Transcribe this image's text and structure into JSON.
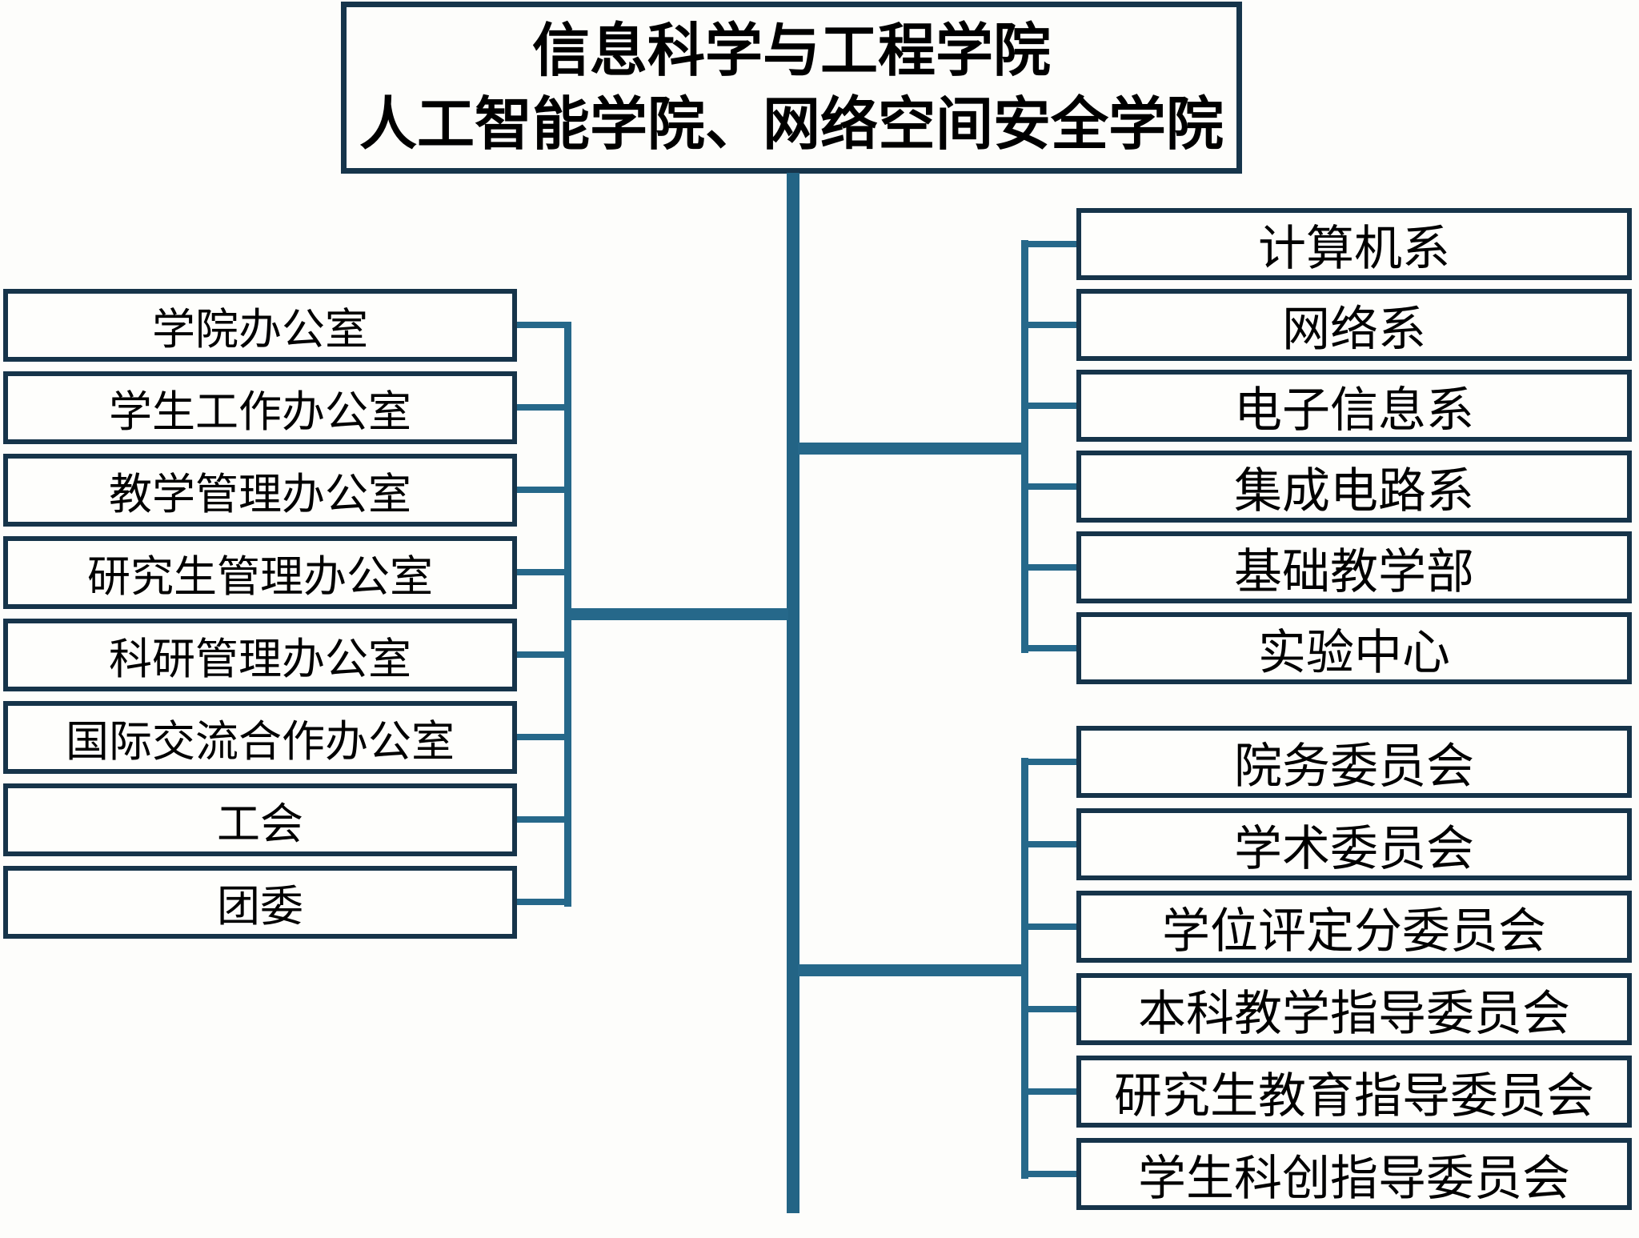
{
  "root": {
    "line1": "信息科学与工程学院",
    "line2": "人工智能学院、网络空间安全学院"
  },
  "left_group": {
    "name": "offices",
    "items": [
      "学院办公室",
      "学生工作办公室",
      "教学管理办公室",
      "研究生管理办公室",
      "科研管理办公室",
      "国际交流合作办公室",
      "工会",
      "团委"
    ]
  },
  "right_top_group": {
    "name": "departments",
    "items": [
      "计算机系",
      "网络系",
      "电子信息系",
      "集成电路系",
      "基础教学部",
      "实验中心"
    ]
  },
  "right_bottom_group": {
    "name": "committees",
    "items": [
      "院务委员会",
      "学术委员会",
      "学位评定分委员会",
      "本科教学指导委员会",
      "研究生教育指导委员会",
      "学生科创指导委员会"
    ]
  },
  "colors": {
    "connector_teal": "#26688a",
    "trunk_teal": "#236485",
    "box_border_navy": "#16344a",
    "title_border_navy": "#16354b",
    "text": "#000000",
    "background": "#fdfdfb"
  }
}
